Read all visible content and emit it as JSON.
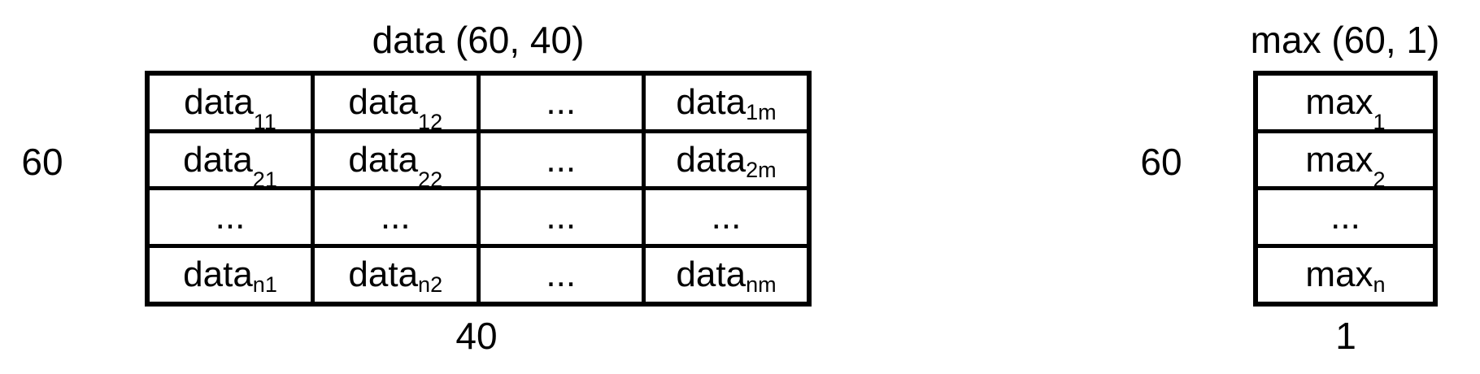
{
  "colors": {
    "background": "#ffffff",
    "line": "#000000",
    "text": "#000000"
  },
  "left_matrix": {
    "title": "data (60, 40)",
    "rows_label": "60",
    "cols_label": "40",
    "rows": [
      [
        {
          "b": "data",
          "s": "11"
        },
        {
          "b": "data",
          "s": "12"
        },
        {
          "b": "...",
          "s": ""
        },
        {
          "b": "data",
          "s": "1m"
        }
      ],
      [
        {
          "b": "data",
          "s": "21"
        },
        {
          "b": "data",
          "s": "22"
        },
        {
          "b": "...",
          "s": ""
        },
        {
          "b": "data",
          "s": "2m"
        }
      ],
      [
        {
          "b": "...",
          "s": ""
        },
        {
          "b": "...",
          "s": ""
        },
        {
          "b": "...",
          "s": ""
        },
        {
          "b": "...",
          "s": ""
        }
      ],
      [
        {
          "b": "data",
          "s": "n1"
        },
        {
          "b": "data",
          "s": "n2"
        },
        {
          "b": "...",
          "s": ""
        },
        {
          "b": "data",
          "s": "nm"
        }
      ]
    ]
  },
  "right_matrix": {
    "title": "max (60, 1)",
    "rows_label": "60",
    "cols_label": "1",
    "rows": [
      [
        {
          "b": "max",
          "s": "1"
        }
      ],
      [
        {
          "b": "max",
          "s": "2"
        }
      ],
      [
        {
          "b": "...",
          "s": ""
        }
      ],
      [
        {
          "b": "max",
          "s": "n"
        }
      ]
    ]
  }
}
